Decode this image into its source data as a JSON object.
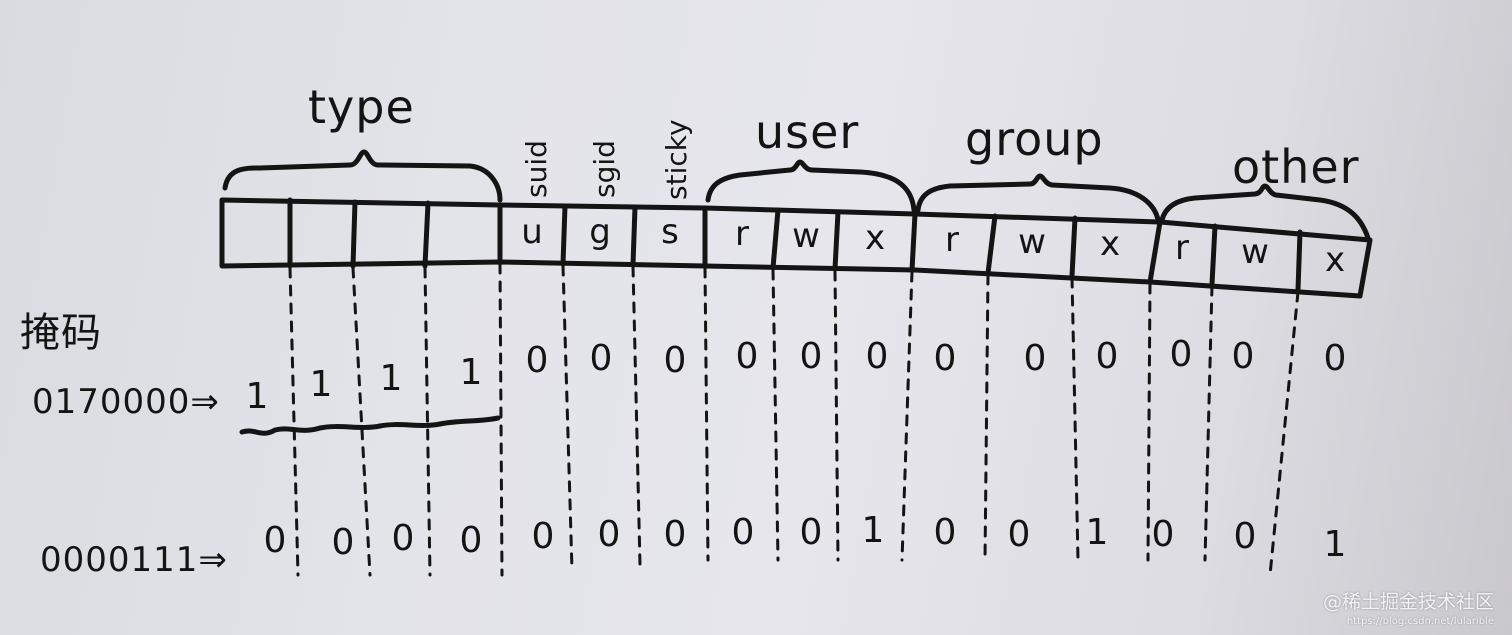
{
  "diagram": {
    "title_groups": [
      {
        "name": "type",
        "label": "type"
      },
      {
        "name": "user",
        "label": "user"
      },
      {
        "name": "group",
        "label": "group"
      },
      {
        "name": "other",
        "label": "other"
      }
    ],
    "special_bits": [
      {
        "label": "suid",
        "cell": "u"
      },
      {
        "label": "sgid",
        "cell": "g"
      },
      {
        "label": "sticky",
        "cell": "s"
      }
    ],
    "cells": [
      "",
      "",
      "",
      "",
      "u",
      "g",
      "s",
      "r",
      "w",
      "x",
      "r",
      "w",
      "x",
      "r",
      "w",
      "x"
    ],
    "mask_row": {
      "section_label": "掩码",
      "label": "0170000⇒",
      "bits": [
        "1",
        "1",
        "1",
        "1",
        "0",
        "0",
        "0",
        "0",
        "0",
        "0",
        "0",
        "0",
        "0",
        "0",
        "0",
        "0"
      ]
    },
    "example_row": {
      "label": "0000111⇒",
      "bits": [
        "0",
        "0",
        "0",
        "0",
        "0",
        "0",
        "0",
        "0",
        "0",
        "1",
        "0",
        "0",
        "1",
        "0",
        "0",
        "1"
      ]
    }
  },
  "watermark": {
    "line1": "@稀土掘金技术社区",
    "line2": "https://blog.csdn.net/lularible"
  }
}
